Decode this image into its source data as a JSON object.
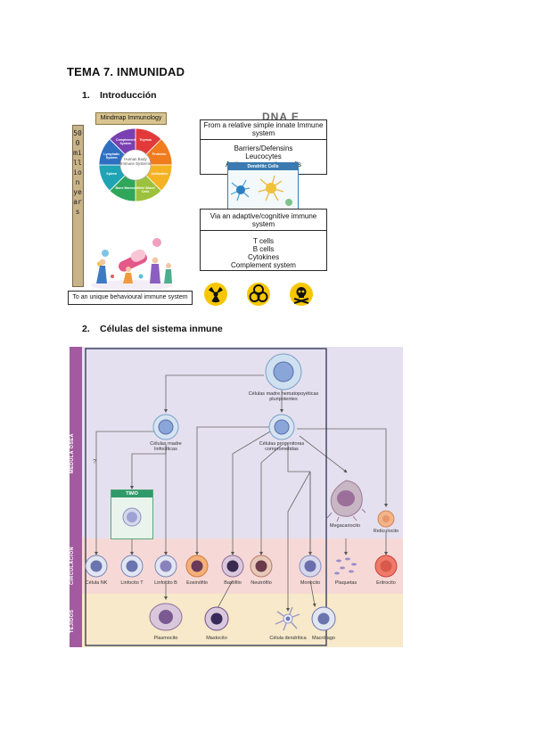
{
  "title": "TEMA 7. INMUNIDAD",
  "sections": [
    {
      "num": "1.",
      "label": "Introducción"
    },
    {
      "num": "2.",
      "label": "Células del sistema inmune"
    }
  ],
  "fig1": {
    "mindmap_label": "Mindmap Immunology",
    "vertical_text": "500 million years",
    "wheel_center": "Human Body Immune Systems",
    "wheel_segments": [
      {
        "label": "Thymus",
        "color": "#e23a3a"
      },
      {
        "label": "Protector",
        "color": "#f07c1e"
      },
      {
        "label": "Antibodies",
        "color": "#f5b324"
      },
      {
        "label": "White Blood Cells",
        "color": "#9cc13c"
      },
      {
        "label": "Bone Marrow",
        "color": "#2fa65a"
      },
      {
        "label": "Spleen",
        "color": "#1fa4b5"
      },
      {
        "label": "Lymphatic System",
        "color": "#2f6fc2"
      },
      {
        "label": "Complement System",
        "color": "#7a3fb0"
      }
    ],
    "dna_text": "DNA E",
    "innate_title": "From a relative simple innate Immune system",
    "innate_items": [
      "Barriers/Defensins",
      "Leucocytes",
      "Antigen presenting cells"
    ],
    "dendritic_label": "Dendritic Cells",
    "adaptive_title": "Via an adaptive/cognitive immune system",
    "adaptive_items": [
      "T cells",
      "B cells",
      "Cytokines",
      "Complement system"
    ],
    "behavioural": "To an unique behavioural immune system"
  },
  "fig2": {
    "bands": {
      "medula": "MÉDULA ÓSEA",
      "circulacion": "CIRCULACIÓN",
      "tejidos": "TEJIDOS"
    },
    "colors": {
      "medula": "#e5e0ef",
      "circulacion": "#f6d9d6",
      "tejidos": "#f7e9c9",
      "bandlabel": "#a35aa0"
    },
    "stem": "Células madre hematopoyéticas pluripotentes",
    "lymphoid": "Células madre linfocíticas",
    "progenitor": "Células progenitoras comprometidas",
    "timo": "TIMO",
    "question": "?",
    "mega": "Megacariocito",
    "reticulo": "Reticulocito",
    "circ_cells": [
      "Célula NK",
      "Linfocito T",
      "Linfocito B",
      "Eosinófilo",
      "Basófilo",
      "Neutrófilo",
      "Monocito",
      "Plaquetas",
      "Eritrocito"
    ],
    "tissue_cells": [
      "Plasmocito",
      "Mastocito",
      "Célula dendrítica",
      "Macrófago"
    ]
  }
}
